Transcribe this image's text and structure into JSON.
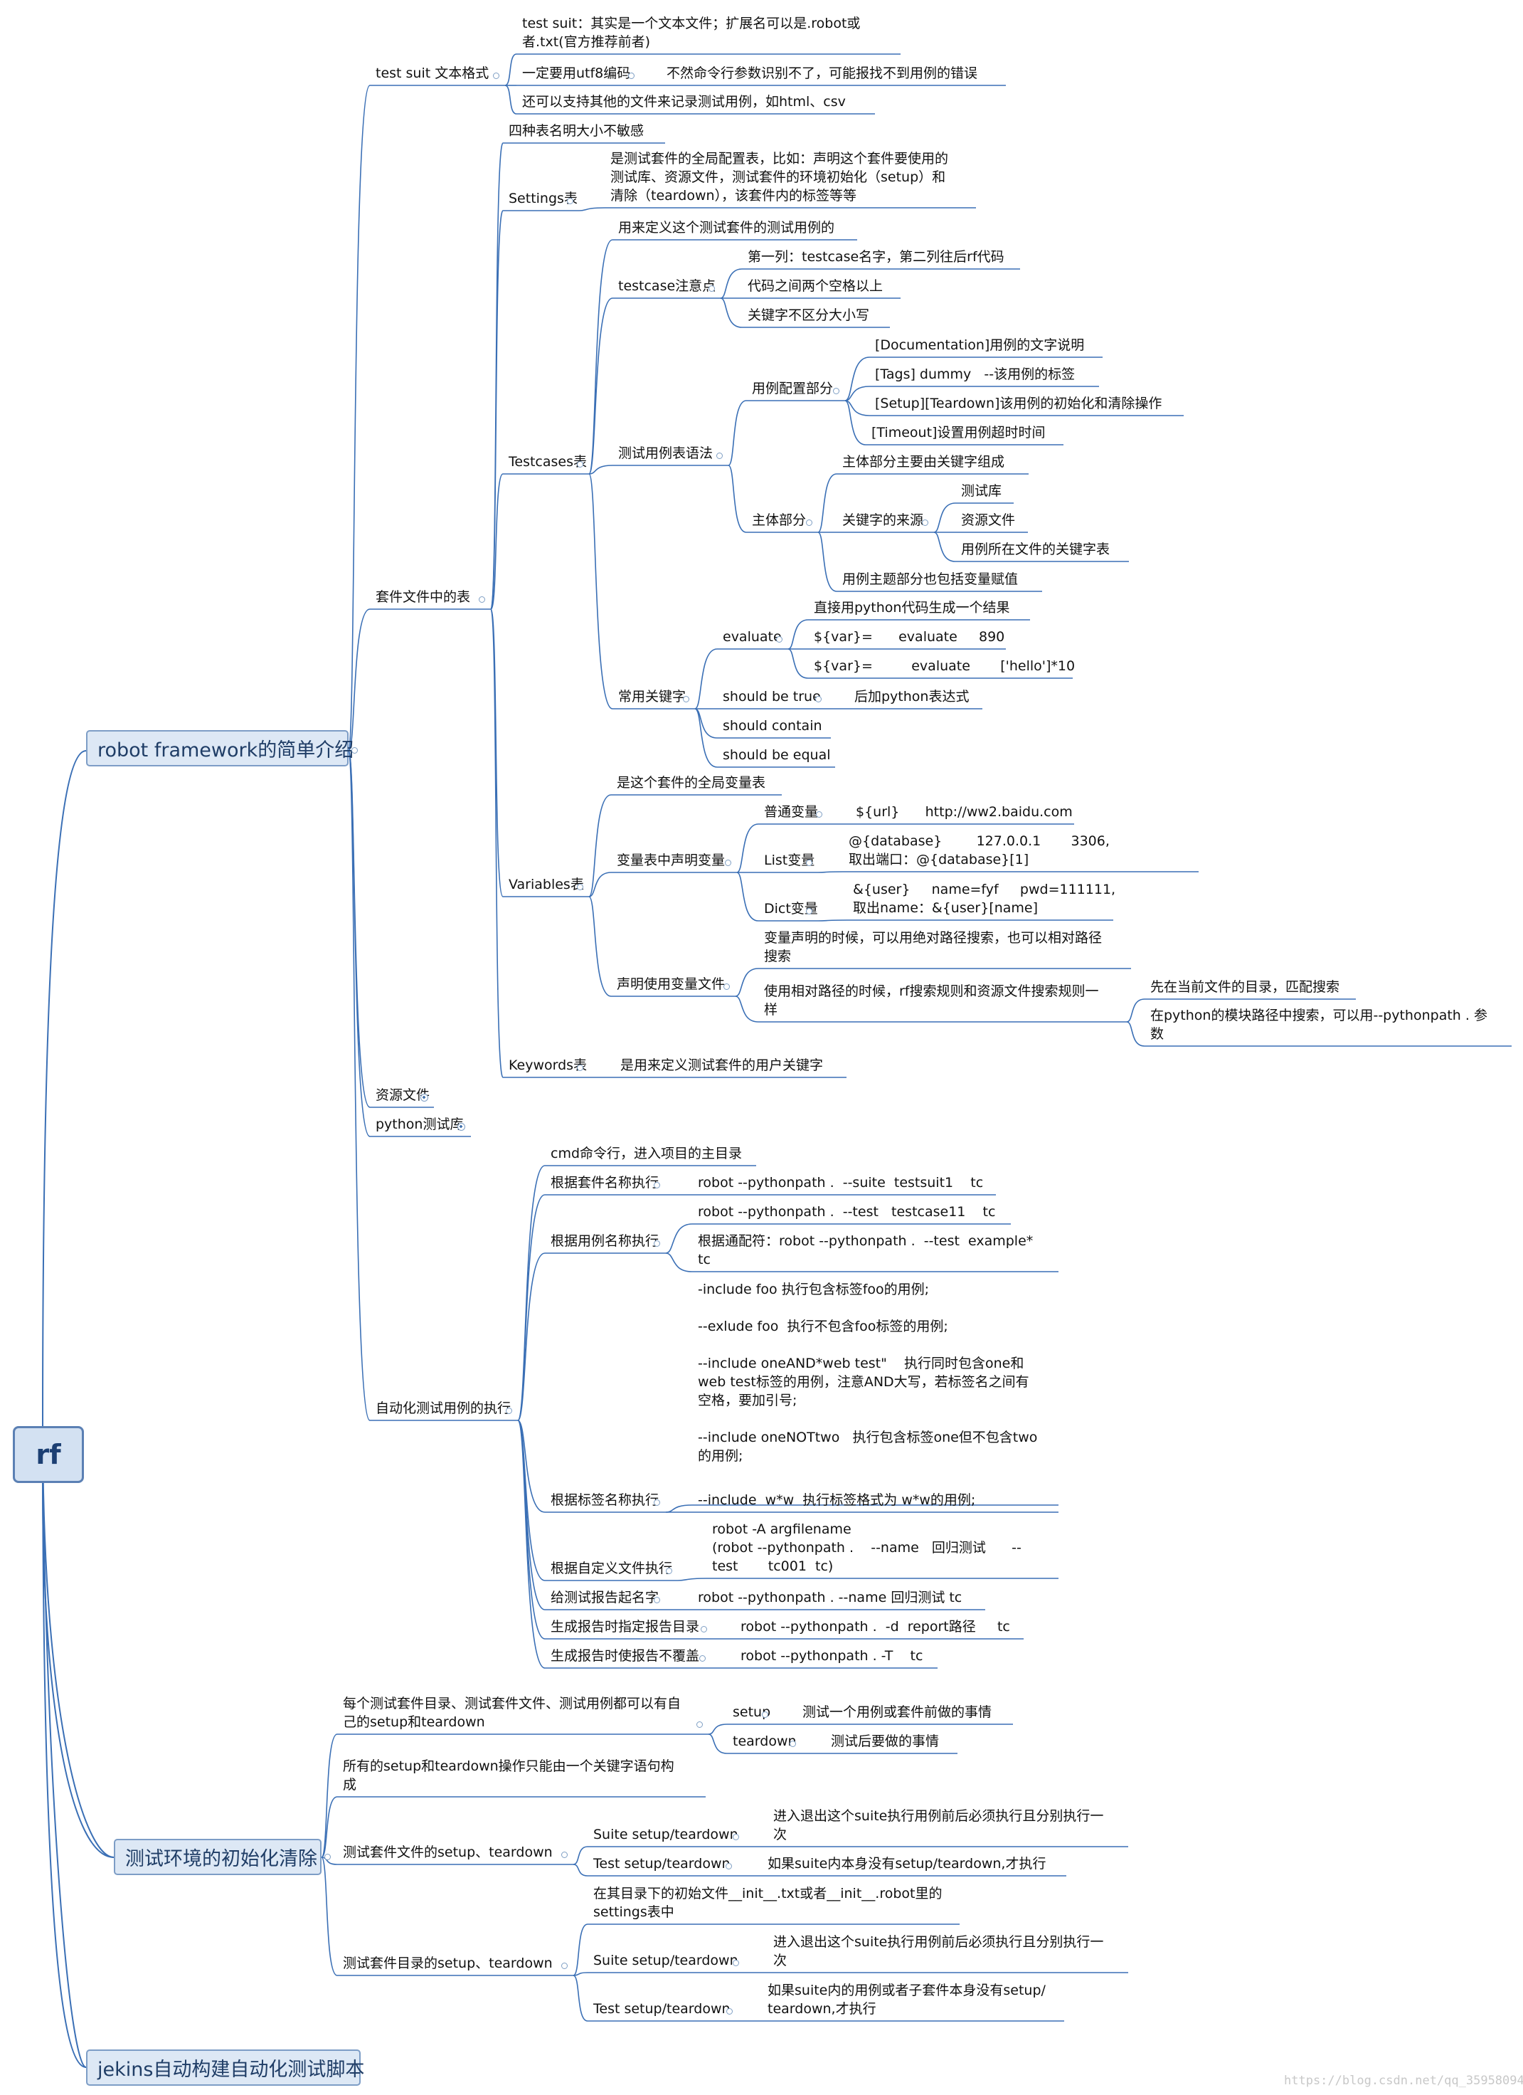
{
  "root": "rf",
  "branches": {
    "b1": "robot framework的简单介绍",
    "b2": "测试环境的初始化清除",
    "b3": "jekins自动构建自动化测试脚本"
  },
  "watermark": "https://blog.csdn.net/qq_35958094",
  "colors": {
    "line": "#3a6fb5",
    "box_fill": "#dde8f5",
    "box_border": "#7d9dc6"
  },
  "t": {
    "a1": "test suit 文本格式",
    "a1a": "test suit：其实是一个文本文件；扩展名可以是.robot或\n者.txt(官方推荐前者)",
    "a1b": "一定要用utf8编码",
    "a1b1": "不然命令行参数识别不了，可能报找不到用例的错误",
    "a1c": "还可以支持其他的文件来记录测试用例，如html、csv",
    "a2": "套件文件中的表",
    "a2a": "四种表名明大小不敏感",
    "s": "Settings表",
    "s1": "是测试套件的全局配置表，比如：声明这个套件要使用的\n测试库、资源文件，测试套件的环境初始化（setup）和\n清除（teardown），该套件内的标签等等",
    "tc": "Testcases表",
    "tc1": "用来定义这个测试套件的测试用例的",
    "tc2": "testcase注意点",
    "tc2a": "第一列：testcase名字，第二列往后rf代码",
    "tc2b": "代码之间两个空格以上",
    "tc2c": "关键字不区分大小写",
    "tc3": "测试用例表语法",
    "tc3a": "用例配置部分",
    "tc3a1": "[Documentation]用例的文字说明",
    "tc3a2": "[Tags] dummy   --该用例的标签",
    "tc3a3": "[Setup][Teardown]该用例的初始化和清除操作",
    "tc3a4": "[Timeout]设置用例超时时间",
    "tc3b": "主体部分",
    "tc3b1": "主体部分主要由关键字组成",
    "tc3b2": "关键字的来源",
    "tc3b2a": "测试库",
    "tc3b2b": "资源文件",
    "tc3b2c": "用例所在文件的关键字表",
    "tc3b3": "用例主题部分也包括变量赋值",
    "tc4": "常用关键字",
    "ev": "evaluate",
    "ev1": "直接用python代码生成一个结果",
    "ev2": "${var}=      evaluate     890",
    "ev3": "${var}=         evaluate       ['hello']*10",
    "sb": "should be true",
    "sb1": "后加python表达式",
    "sc": "should contain",
    "se": "should be equal",
    "v": "Variables表",
    "v1": "是这个套件的全局变量表",
    "v2": "变量表中声明变量",
    "v2a": "普通变量",
    "v2a1": "${url}      http://ww2.baidu.com",
    "v2b": "List变量",
    "v2b1": "@{database}        127.0.0.1       3306,\n取出端口：@{database}[1]",
    "v2c": "Dict变量",
    "v2c1": "&{user}     name=fyf     pwd=111111,\n取出name：&{user}[name]",
    "v3": "声明使用变量文件",
    "v3a": "变量声明的时候，可以用绝对路径搜索，也可以相对路径\n搜索",
    "v3b": "使用相对路径的时候，rf搜索规则和资源文件搜索规则一\n样",
    "v3b1": "先在当前文件的目录，匹配搜索",
    "v3b2": "在python的模块路径中搜索，可以用--pythonpath . 参\n数",
    "k": "Keywords表",
    "k1": "是用来定义测试套件的用户关键字",
    "a3": "资源文件",
    "a4": "python测试库",
    "a5": "自动化测试用例的执行",
    "e1": "cmd命令行，进入项目的主目录",
    "e2": "根据套件名称执行",
    "e2a": "robot --pythonpath .  --suite  testsuit1    tc",
    "e3": "根据用例名称执行",
    "e3a": "robot --pythonpath .  --test   testcase11    tc",
    "e3b": "根据通配符：robot --pythonpath .  --test  example*\ntc",
    "e4": "根据标签名称执行",
    "e4a": "-include foo 执行包含标签foo的用例;\n\n--exlude foo  执行不包含foo标签的用例;\n\n--include oneAND*web test\"    执行同时包含one和\nweb test标签的用例，注意AND大写，若标签名之间有\n空格，要加引号;\n\n--include oneNOTtwo   执行包含标签one但不包含two\n的用例;",
    "e4b": "--include  w*w  执行标签格式为 w*w的用例;",
    "e5": "根据自定义文件执行",
    "e5a": "robot -A argfilename\n(robot --pythonpath .    --name   回归测试      --\ntest       tc001  tc)",
    "e6": "给测试报告起名字",
    "e6a": "robot --pythonpath . --name 回归测试 tc",
    "e7": "生成报告时指定报告目录",
    "e7a": "robot --pythonpath .  -d  report路径     tc",
    "e8": "生成报告时使报告不覆盖",
    "e8a": "robot --pythonpath . -T    tc",
    "f1": "每个测试套件目录、测试套件文件、测试用例都可以有自\n己的setup和teardown",
    "f1a": "setup",
    "f1a1": "测试一个用例或套件前做的事情",
    "f1b": "teardown",
    "f1b1": "测试后要做的事情",
    "f2": "所有的setup和teardown操作只能由一个关键字语句构\n成",
    "f3": "测试套件文件的setup、teardown",
    "f3a": "Suite setup/teardown",
    "f3a1": "进入退出这个suite执行用例前后必须执行且分别执行一\n次",
    "f3b": "Test setup/teardown",
    "f3b1": "如果suite内本身没有setup/teardown,才执行",
    "f4": "测试套件目录的setup、teardown",
    "f4a": "在其目录下的初始文件__init__.txt或者__init__.robot里的\nsettings表中",
    "f4b": "Suite setup/teardown",
    "f4b1": "进入退出这个suite执行用例前后必须执行且分别执行一\n次",
    "f4c": "Test setup/teardown",
    "f4c1": "如果suite内的用例或者子套件本身没有setup/\nteardown,才执行"
  }
}
